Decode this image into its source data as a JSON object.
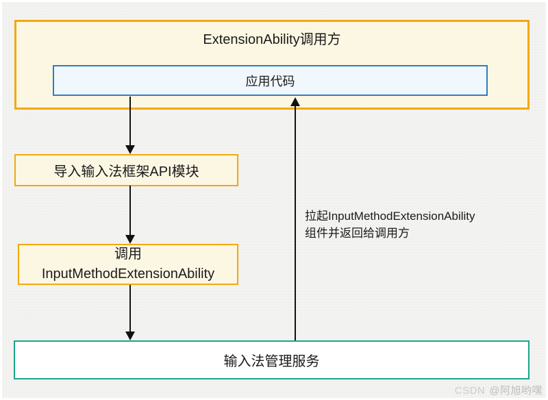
{
  "theme": {
    "page-bg": "#f3f3f1",
    "page-edge": "#ffffff",
    "ink": "#1a1a1a",
    "arrow": "#111111",
    "yellow-border": "#f2a90a",
    "yellow-fill": "#fcf7e3",
    "blue-border": "#2e7cc3",
    "blue-fill": "#f0f7fd",
    "teal-border": "#17a689",
    "white-fill": "#ffffff",
    "watermark-brand": "#cdcdcd",
    "watermark-author": "#bdbdbd"
  },
  "diagram": {
    "caller_box": {
      "title": "ExtensionAbility调用方"
    },
    "app_code_box": {
      "label": "应用代码"
    },
    "import_box": {
      "label": "导入输入法框架API模块"
    },
    "call_box": {
      "label": "调用\nInputMethodExtensionAbility"
    },
    "service_box": {
      "label": "输入法管理服务"
    },
    "return_annotation": {
      "text": "拉起InputMethodExtensionAbility\n组件并返回给调用方"
    }
  },
  "watermark": {
    "brand": "CSDN",
    "author": "@阿旭哟嘿"
  }
}
